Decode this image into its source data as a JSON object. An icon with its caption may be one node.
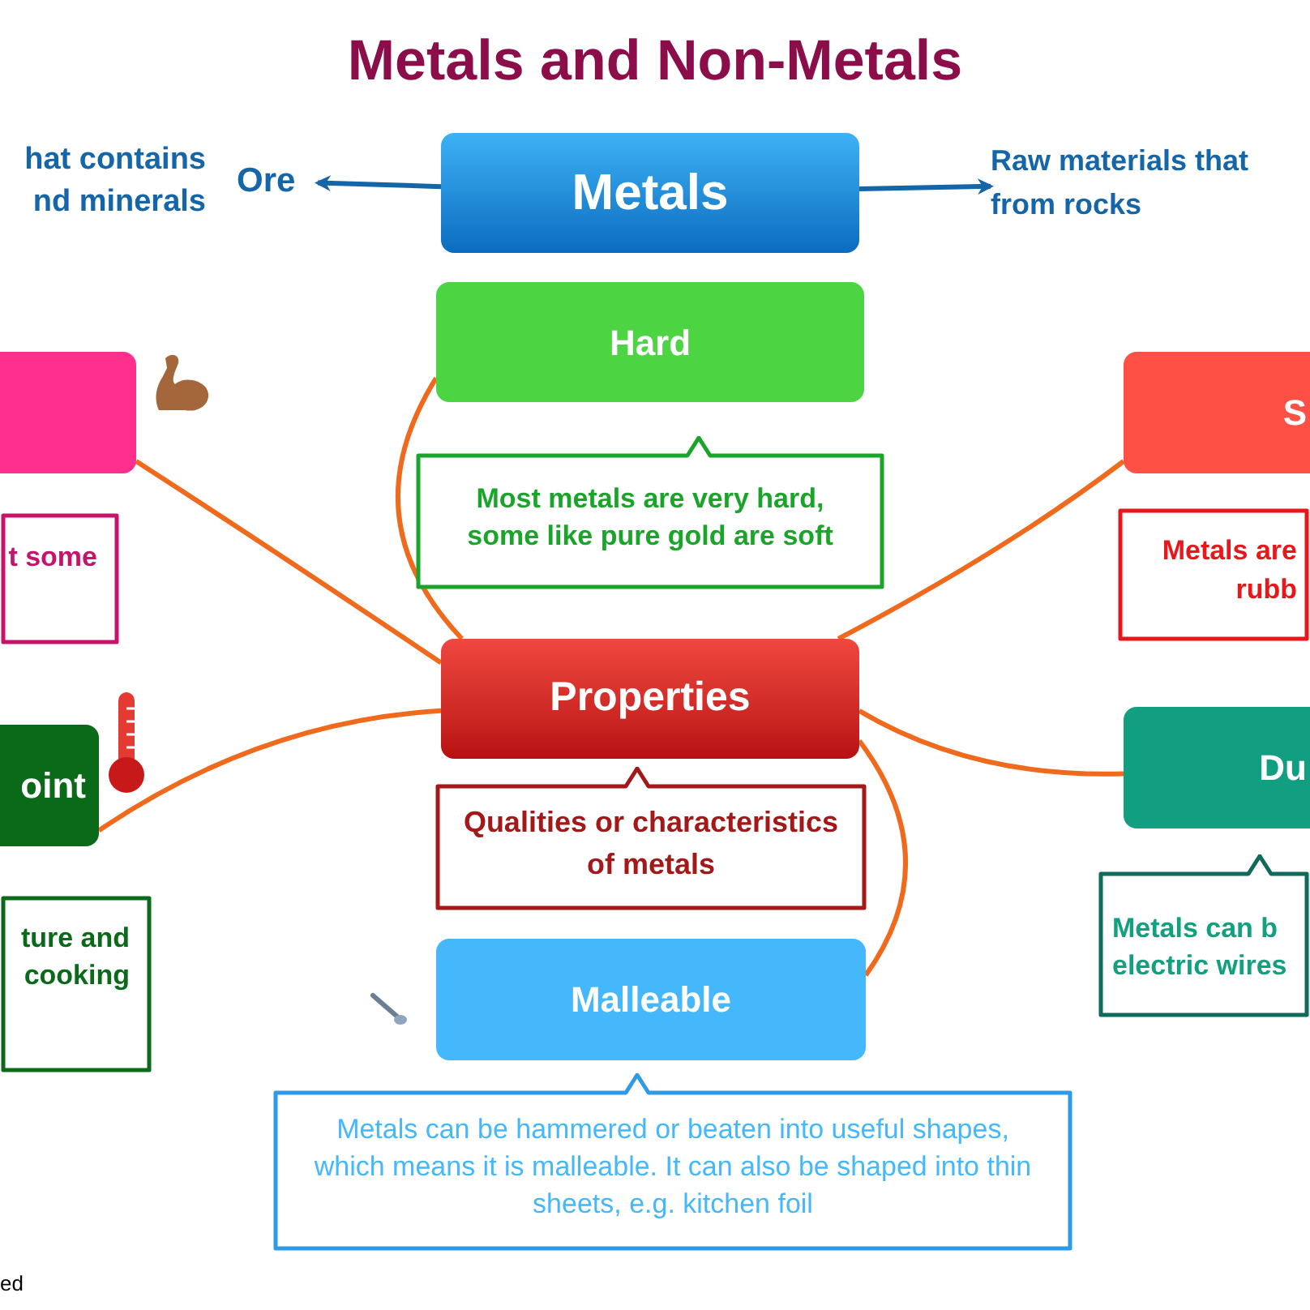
{
  "diagram": {
    "title": "Metals and Non-Metals",
    "nodes": [
      {
        "text": [
          "Metals"
        ]
      },
      {
        "text": [
          "Ore"
        ]
      },
      {
        "text": [
          "Raw materials that from rocks"
        ]
      },
      {
        "text": [],
        "shape": "box"
      },
      {
        "text": [
          "t some"
        ]
      },
      {
        "text": [
          "Hard"
        ]
      },
      {
        "text": [
          "Most metals are very hard, some like pure gold are soft"
        ]
      },
      {
        "text": [
          "S"
        ]
      },
      {
        "text": [
          "Metals are rubb"
        ]
      },
      {
        "text": [
          "Properties"
        ]
      },
      {
        "text": [
          "Qualities or characteristics of metals"
        ]
      },
      {
        "text": [
          "oint"
        ]
      },
      {
        "text": [
          "Du"
        ]
      },
      {
        "text": [
          "ture and cooking"
        ]
      },
      {
        "text": [
          "Metals can b electric wires"
        ]
      },
      {
        "text": [
          "Malleable"
        ]
      },
      {
        "text": [
          "Metals can be hammered or beaten into useful shapes, which means it is malleable. It can also be shaped into thin sheets, e.g. kitchen foil"
        ]
      }
    ],
    "edges": [
      {
        "from": 0,
        "to": 1,
        "arrow": "to",
        "color": "#1566a8"
      },
      {
        "from": 0,
        "to": 2,
        "arrow": "to",
        "color": "#1566a8"
      },
      {
        "from": 9,
        "to": 5,
        "arrow": "none"
      },
      {
        "from": 9,
        "to": 3,
        "arrow": "none"
      },
      {
        "from": 9,
        "to": 7,
        "arrow": "none"
      },
      {
        "from": 9,
        "to": 11,
        "arrow": "none"
      },
      {
        "from": 9,
        "to": 12,
        "arrow": "none"
      },
      {
        "from": 9,
        "to": 15,
        "arrow": "none"
      }
    ],
    "labels": [
      "hat contains nd minerals",
      "ed"
    ]
  }
}
